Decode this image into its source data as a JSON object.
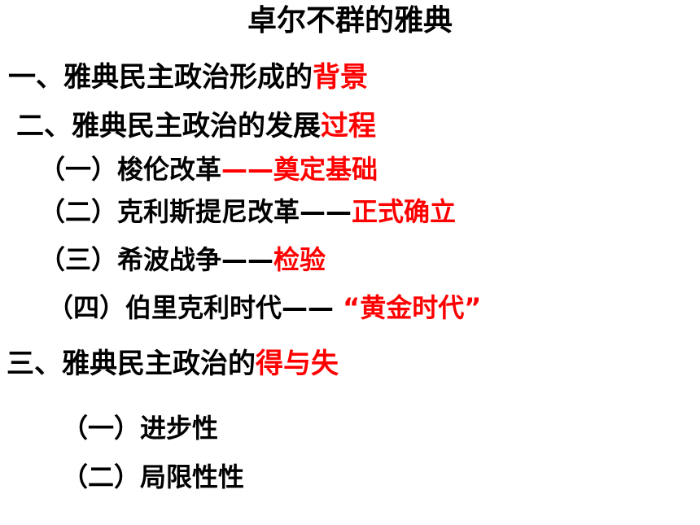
{
  "slide": {
    "title": "卓尔不群的雅典",
    "colors": {
      "text": "#000000",
      "highlight": "#ff0000",
      "background": "#ffffff"
    },
    "section1": {
      "text": "一、雅典民主政治形成的",
      "highlight": "背景"
    },
    "section2": {
      "text": "二、雅典民主政治的发展",
      "highlight": "过程",
      "items": [
        {
          "text": "（一）梭伦改革",
          "highlight": "——奠定基础"
        },
        {
          "text": "（二）克利斯提尼改革——",
          "highlight": "正式确立"
        },
        {
          "text": "（三）希波战争——",
          "highlight": "检验"
        },
        {
          "text": "（四）伯里克利时代—— ",
          "highlight": "“黄金时代”"
        }
      ]
    },
    "section3": {
      "text": "三、雅典民主政治的",
      "highlight": "得与失",
      "items": [
        {
          "text": "（一）进步性"
        },
        {
          "text": "（二）局限性性"
        }
      ]
    }
  }
}
